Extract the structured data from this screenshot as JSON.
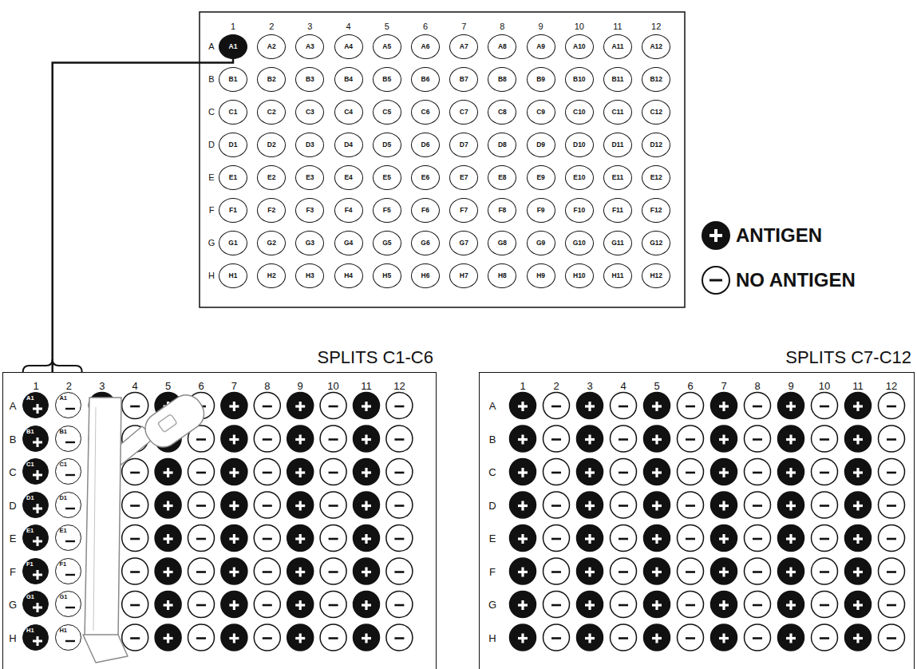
{
  "diagram": {
    "nodes": [
      {
        "text": [
          "A1"
        ]
      },
      {
        "text": [
          "A2"
        ]
      },
      {
        "text": [
          "A3"
        ]
      },
      {
        "text": [
          "A4"
        ]
      },
      {
        "text": [
          "A5"
        ]
      },
      {
        "text": [
          "A6"
        ]
      },
      {
        "text": [
          "A7"
        ]
      },
      {
        "text": [
          "A8"
        ]
      },
      {
        "text": [
          "A9"
        ]
      },
      {
        "text": [
          "A10"
        ]
      },
      {
        "text": [
          "A11"
        ]
      },
      {
        "text": [
          "A12"
        ]
      },
      {
        "text": [
          "B1"
        ]
      },
      {
        "text": [
          "B2"
        ]
      },
      {
        "text": [
          "B3"
        ]
      },
      {
        "text": [
          "B4"
        ]
      },
      {
        "text": [
          "B5"
        ]
      },
      {
        "text": [
          "B6"
        ]
      },
      {
        "text": [
          "B7"
        ]
      },
      {
        "text": [
          "B8"
        ]
      },
      {
        "text": [
          "B9"
        ]
      },
      {
        "text": [
          "B10"
        ]
      },
      {
        "text": [
          "B11"
        ]
      },
      {
        "text": [
          "B12"
        ]
      },
      {
        "text": [
          "C1"
        ]
      },
      {
        "text": [
          "C2"
        ]
      },
      {
        "text": [
          "C3"
        ]
      },
      {
        "text": [
          "C4"
        ]
      },
      {
        "text": [
          "C5"
        ]
      },
      {
        "text": [
          "C6"
        ]
      },
      {
        "text": [
          "C7"
        ]
      },
      {
        "text": [
          "C8"
        ]
      },
      {
        "text": [
          "C9"
        ]
      },
      {
        "text": [
          "C10"
        ]
      },
      {
        "text": [
          "C11"
        ]
      },
      {
        "text": [
          "C12"
        ]
      },
      {
        "text": [
          "D1"
        ]
      },
      {
        "text": [
          "D2"
        ]
      },
      {
        "text": [
          "D3"
        ]
      },
      {
        "text": [
          "D4"
        ]
      },
      {
        "text": [
          "D5"
        ]
      },
      {
        "text": [
          "D6"
        ]
      },
      {
        "text": [
          "D7"
        ]
      },
      {
        "text": [
          "D8"
        ]
      },
      {
        "text": [
          "D9"
        ]
      },
      {
        "text": [
          "D10"
        ]
      },
      {
        "text": [
          "D11"
        ]
      },
      {
        "text": [
          "D12"
        ]
      },
      {
        "text": [
          "E1"
        ]
      },
      {
        "text": [
          "E2"
        ]
      },
      {
        "text": [
          "E3"
        ]
      },
      {
        "text": [
          "E4"
        ]
      },
      {
        "text": [
          "E5"
        ]
      },
      {
        "text": [
          "E6"
        ]
      },
      {
        "text": [
          "E7"
        ]
      },
      {
        "text": [
          "E8"
        ]
      },
      {
        "text": [
          "E9"
        ]
      },
      {
        "text": [
          "E10"
        ]
      },
      {
        "text": [
          "E11"
        ]
      },
      {
        "text": [
          "E12"
        ]
      },
      {
        "text": [
          "F1"
        ]
      },
      {
        "text": [
          "F2"
        ]
      },
      {
        "text": [
          "F3"
        ]
      },
      {
        "text": [
          "F4"
        ]
      },
      {
        "text": [
          "F5"
        ]
      },
      {
        "text": [
          "F6"
        ]
      },
      {
        "text": [
          "F7"
        ]
      },
      {
        "text": [
          "F8"
        ]
      },
      {
        "text": [
          "F9"
        ]
      },
      {
        "text": [
          "F10"
        ]
      },
      {
        "text": [
          "F11"
        ]
      },
      {
        "text": [
          "F12"
        ]
      },
      {
        "text": [
          "G1"
        ]
      },
      {
        "text": [
          "G2"
        ]
      },
      {
        "text": [
          "G3"
        ]
      },
      {
        "text": [
          "G4"
        ]
      },
      {
        "text": [
          "G5"
        ]
      },
      {
        "text": [
          "G6"
        ]
      },
      {
        "text": [
          "G7"
        ]
      },
      {
        "text": [
          "G8"
        ]
      },
      {
        "text": [
          "G9"
        ]
      },
      {
        "text": [
          "G10"
        ]
      },
      {
        "text": [
          "G11"
        ]
      },
      {
        "text": [
          "G12"
        ]
      },
      {
        "text": [
          "H1"
        ]
      },
      {
        "text": [
          "H2"
        ]
      },
      {
        "text": [
          "H3"
        ]
      },
      {
        "text": [
          "H4"
        ]
      },
      {
        "text": [
          "H5"
        ]
      },
      {
        "text": [
          "H6"
        ]
      },
      {
        "text": [
          "H7"
        ]
      },
      {
        "text": [
          "H8"
        ]
      },
      {
        "text": [
          "H9"
        ]
      },
      {
        "text": [
          "H10"
        ]
      },
      {
        "text": [
          "H11"
        ]
      },
      {
        "text": [
          "H12"
        ]
      },
      {
        "text": [
          "SPLITS C1-C6"
        ]
      },
      {
        "text": [
          "A1"
        ],
        "in": 96
      },
      {
        "text": [
          "A1"
        ],
        "in": 96
      },
      {
        "text": [
          "B1"
        ],
        "in": 96
      },
      {
        "text": [
          "B1"
        ],
        "in": 96
      },
      {
        "text": [
          "C1"
        ],
        "in": 96
      },
      {
        "text": [
          "C1"
        ],
        "in": 96
      },
      {
        "text": [
          "D1"
        ],
        "in": 96
      },
      {
        "text": [
          "D1"
        ],
        "in": 96
      },
      {
        "text": [
          "E1"
        ],
        "in": 96
      },
      {
        "text": [
          "E1"
        ],
        "in": 96
      },
      {
        "text": [
          "F1"
        ],
        "in": 96
      },
      {
        "text": [
          "F1"
        ],
        "in": 96
      },
      {
        "text": [
          "G1"
        ],
        "in": 96
      },
      {
        "text": [
          "G1"
        ],
        "in": 96
      },
      {
        "text": [
          "H1"
        ],
        "in": 96
      },
      {
        "text": [
          "H1"
        ],
        "in": 96
      },
      {
        "text": [
          "SPLITS C7-C12"
        ]
      }
    ],
    "edges": [
      {
        "from": 0,
        "to": 96,
        "arrow": "none"
      }
    ],
    "labels": [
      "1",
      "2",
      "3",
      "4",
      "5",
      "6",
      "7",
      "8",
      "9",
      "10",
      "11",
      "12",
      "A",
      "B",
      "C",
      "D",
      "E",
      "F",
      "G",
      "H",
      "1",
      "2",
      "3",
      "4",
      "5",
      "6",
      "7",
      "8",
      "9",
      "10",
      "11",
      "12",
      "A",
      "B",
      "C",
      "D",
      "E",
      "F",
      "G",
      "H",
      "1",
      "2",
      "3",
      "4",
      "5",
      "6",
      "7",
      "8",
      "9",
      "10",
      "11",
      "12",
      "A",
      "B",
      "C",
      "D",
      "E",
      "F",
      "G",
      "H"
    ],
    "legend": [
      {
        "text": "ANTIGEN"
      },
      {
        "text": "NO ANTIGEN"
      }
    ]
  }
}
